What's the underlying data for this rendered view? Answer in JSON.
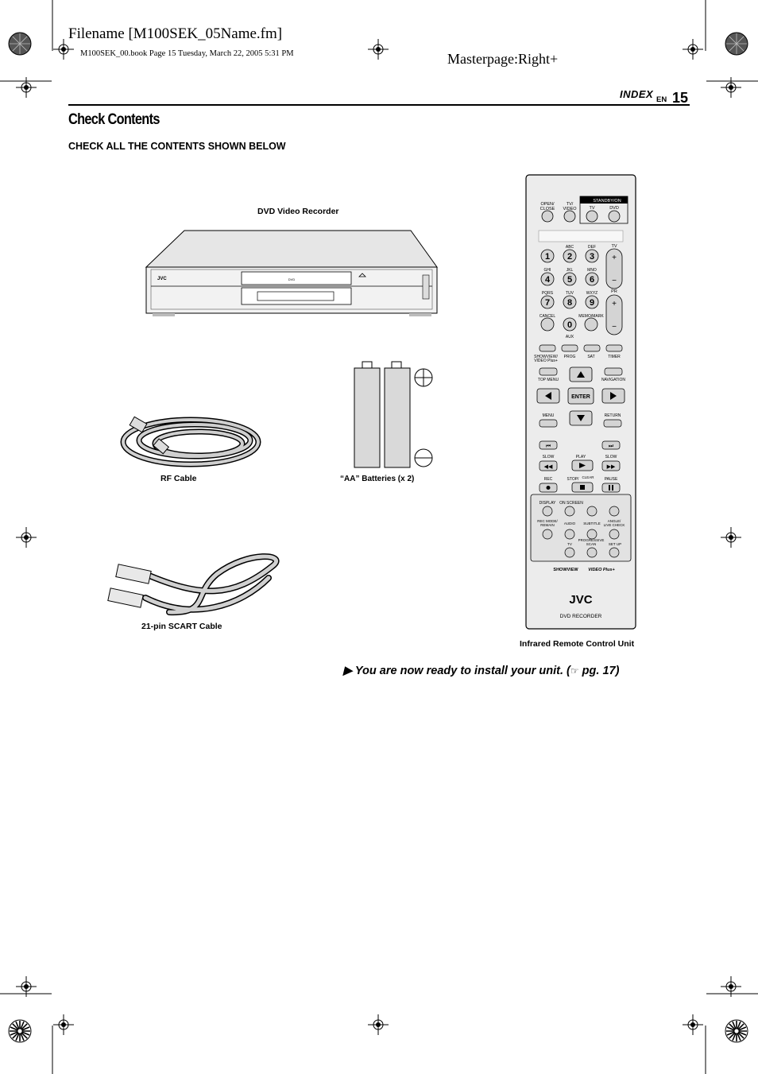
{
  "header": {
    "filename": "Filename [M100SEK_05Name.fm]",
    "book_info": "M100SEK_00.book  Page 15  Tuesday, March 22, 2005  5:31 PM",
    "masterpage": "Masterpage:Right+",
    "index_label": "INDEX",
    "language": "EN",
    "page_number": "15"
  },
  "section": {
    "title": "Check Contents",
    "subtitle": "CHECK ALL THE CONTENTS SHOWN BELOW"
  },
  "items": {
    "recorder": "DVD Video Recorder",
    "rf_cable": "RF Cable",
    "batteries": "“AA” Batteries (x 2)",
    "scart": "21-pin SCART Cable",
    "remote": "Infrared Remote Control Unit"
  },
  "recorder_panel": {
    "brand": "JVC",
    "disc_logo": "DVD"
  },
  "remote": {
    "open_close": [
      "OPEN/",
      "CLOSE"
    ],
    "tv_video": [
      "TV/",
      "VIDEO"
    ],
    "standby": "STANDBY/ON",
    "tv": "TV",
    "dvd": "DVD",
    "tv_label": "TV",
    "pr_label": "PR",
    "digits": [
      {
        "digit": "1",
        "letters": ""
      },
      {
        "digit": "2",
        "letters": "ABC"
      },
      {
        "digit": "3",
        "letters": "DEF"
      },
      {
        "digit": "4",
        "letters": "GHI"
      },
      {
        "digit": "5",
        "letters": "JKL"
      },
      {
        "digit": "6",
        "letters": "MNO"
      },
      {
        "digit": "7",
        "letters": "PQRS"
      },
      {
        "digit": "8",
        "letters": "TUV"
      },
      {
        "digit": "9",
        "letters": "WXYZ"
      }
    ],
    "cancel": "CANCEL",
    "zero": "0",
    "memo_mark": "MEMO/MARK",
    "aux": "AUX",
    "showview": [
      "SHOWVIEW/",
      "VIDEO Plus+"
    ],
    "prog": "PROG",
    "sat": "SAT",
    "timer": "TIMER",
    "top_menu": "TOP MENU",
    "navigation": "NAVIGATION",
    "enter": "ENTER",
    "menu": "MENU",
    "return": "RETURN",
    "slow_minus": "SLOW",
    "play": "PLAY",
    "slow_plus": "SLOW",
    "rec": "REC",
    "stop": "STOP/",
    "clear": "CLEAR",
    "pause": "PAUSE",
    "display": "DISPLAY",
    "on_screen": "ON SCREEN",
    "rec_mode": [
      "REC MODE/",
      "REMAIN"
    ],
    "audio": "AUDIO",
    "subtitle": "SUBTITLE",
    "angle": [
      "ANGLE/",
      "LIVE CHECK"
    ],
    "tv_o": "TV",
    "progressive": [
      "PROGRESSIVE",
      "SCAN"
    ],
    "set_up": "SET UP",
    "showview_logo": "SHOWVIEW",
    "video_plus_logo": "VIDEO Plus+",
    "brand": "JVC",
    "model": "DVD RECORDER"
  },
  "footer": {
    "ready_text": "You are now ready to install your unit. (",
    "ready_ref": " pg. 17)"
  }
}
